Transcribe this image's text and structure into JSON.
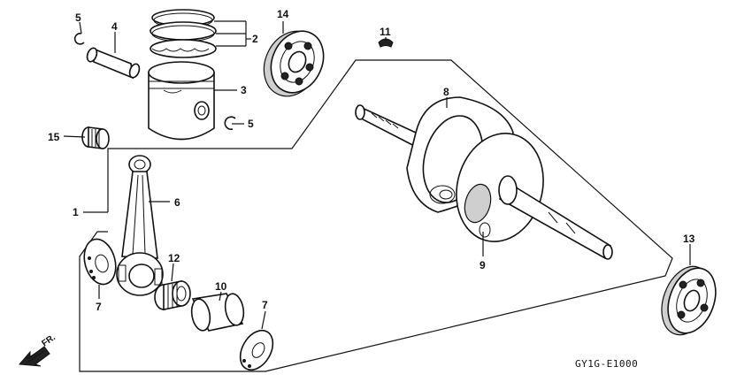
{
  "diagram": {
    "callouts": [
      {
        "id": "c5a",
        "text": "5"
      },
      {
        "id": "c4",
        "text": "4"
      },
      {
        "id": "c2",
        "text": "2"
      },
      {
        "id": "c3",
        "text": "3"
      },
      {
        "id": "c5b",
        "text": "5"
      },
      {
        "id": "c14",
        "text": "14"
      },
      {
        "id": "c11",
        "text": "11"
      },
      {
        "id": "c8",
        "text": "8"
      },
      {
        "id": "c15",
        "text": "15"
      },
      {
        "id": "c6",
        "text": "6"
      },
      {
        "id": "c1",
        "text": "1"
      },
      {
        "id": "c12",
        "text": "12"
      },
      {
        "id": "c10",
        "text": "10"
      },
      {
        "id": "c7a",
        "text": "7"
      },
      {
        "id": "c7b",
        "text": "7"
      },
      {
        "id": "c9",
        "text": "9"
      },
      {
        "id": "c13",
        "text": "13"
      }
    ],
    "front_indicator": "FR.",
    "drawing_code": "GY1G-E1000"
  }
}
